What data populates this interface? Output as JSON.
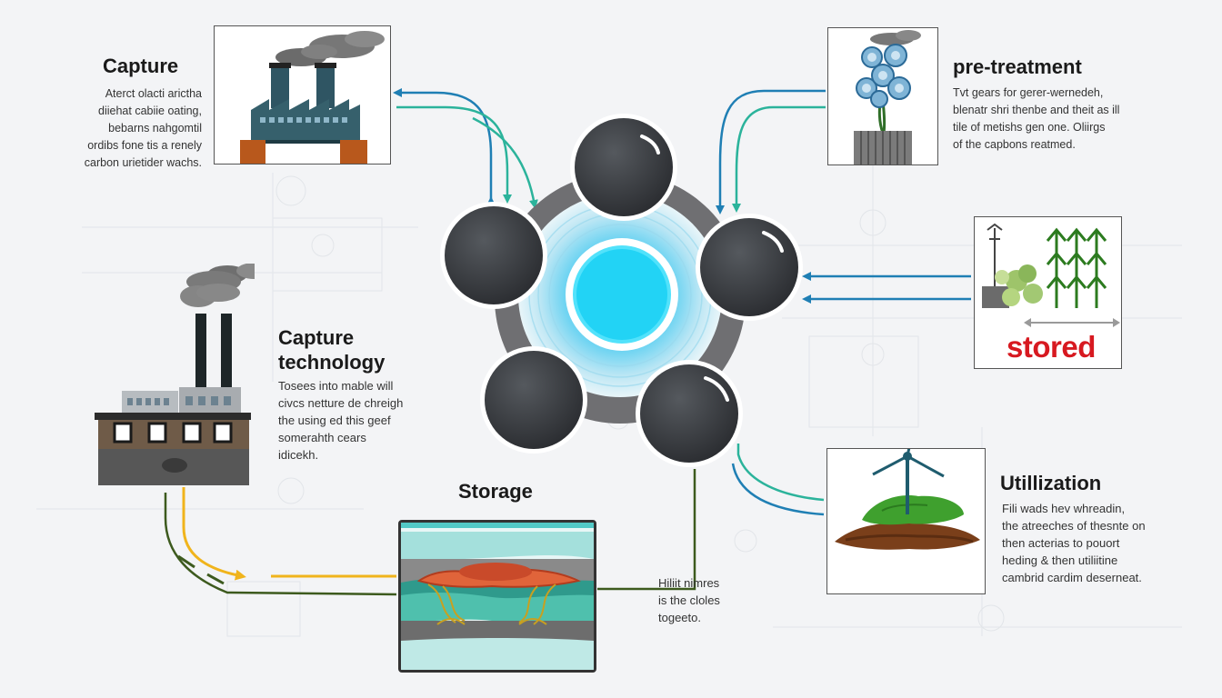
{
  "sections": {
    "capture": {
      "title": "Capture",
      "lines": [
        "Aterct olacti arictha",
        "diiehat cabiie oating,",
        "bebarns nahgomtil",
        "ordibs fone tis a renely",
        "carbon urietider wachs."
      ]
    },
    "pretreatment": {
      "title": "pre-treatment",
      "lines": [
        "Tvt gears for gerer-wernedeh,",
        "blenatr shri thenbe and theit as ill",
        "tile of metishs gen one. Oliirgs",
        "of the capbons reatmed."
      ]
    },
    "capture_technology": {
      "title_line1": "Capture",
      "title_line2": "technology",
      "lines": [
        "Tosees into mable will",
        "civcs netture de chreigh",
        "the using ed this geef",
        "somerahth cears",
        "idicekh."
      ]
    },
    "storage": {
      "title": "Storage",
      "note_lines": [
        "Hiliit nimres",
        "is the cloles",
        "togeeto."
      ]
    },
    "stored": {
      "label": "stored"
    },
    "utilization": {
      "title": "Utillization",
      "lines": [
        "Fili wads hev whreadin,",
        "the atreeches of thesnte on",
        "then acterias to pouort",
        "heding & then utiliitine",
        "cambrid cardim deserneat."
      ]
    }
  },
  "colors": {
    "blue_arrow": "#1f7fb4",
    "teal_arrow": "#2bb39b",
    "green_line": "#3d5a1e",
    "yellow_line": "#f0b41c",
    "stored_red": "#d71920",
    "core_cyan": "#22d3f5",
    "sphere_dark": "#3a3d42"
  }
}
